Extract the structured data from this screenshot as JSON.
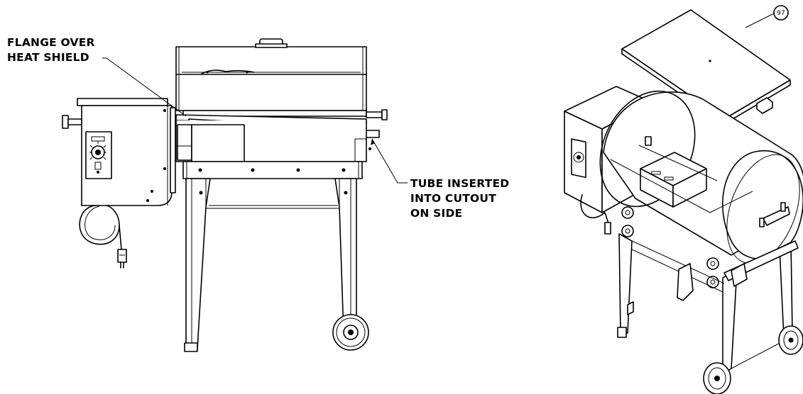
{
  "callouts": {
    "flange": [
      "FLANGE OVER",
      "HEAT SHIELD"
    ],
    "tube": [
      "TUBE INSERTED",
      "INTO CUTOUT",
      "ON SIDE"
    ]
  },
  "part_bubble": "97"
}
